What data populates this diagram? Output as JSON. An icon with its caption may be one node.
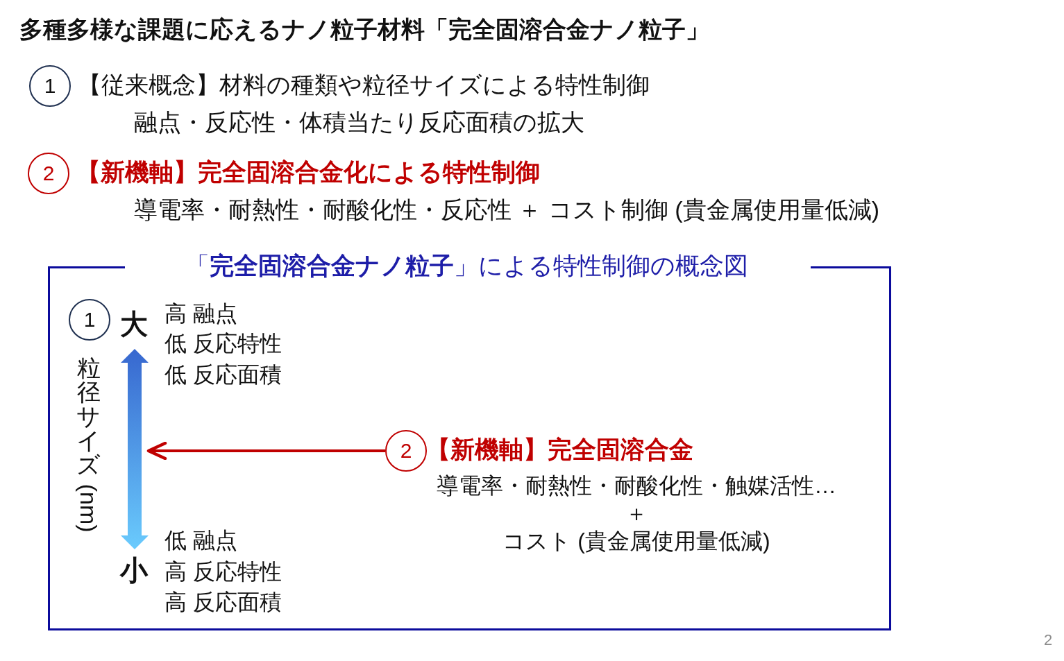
{
  "diagram": {
    "title": "多種多様な課題に応えるナノ粒子材料「完全固溶合金ナノ粒子」",
    "nodes": [
      {
        "text": [
          "1"
        ],
        "beside": [
          "【従来概念】材料の種類や粒径サイズによる特性制御"
        ]
      },
      {
        "text": [
          "2"
        ],
        "beside": [
          "【新機軸】完全固溶合金化による特性制御"
        ]
      },
      {
        "text": [
          "「**完全固溶合金ナノ粒子**」による特性制御の概念図"
        ]
      },
      {
        "text": [
          "1"
        ],
        "in": 2
      },
      {
        "text": [],
        "shape": "arrow",
        "in": 2,
        "beside": [
          "大",
          "粒径サイズ (nm)",
          "小"
        ]
      },
      {
        "text": [
          "2"
        ],
        "in": 2,
        "beside": [
          "【新機軸】完全固溶合金"
        ]
      }
    ],
    "edges": [
      {
        "from": 5,
        "to": 4,
        "arrow": "to",
        "color": "#c00000"
      }
    ],
    "labels": [
      "融点・反応性・体積当たり反応面積の拡大",
      "導電率・耐熱性・耐酸化性・反応性 ＋ コスト制御 (貴金属使用量低減)",
      "高 融点",
      "低 反応特性",
      "低 反応面積",
      "導電率・耐熱性・耐酸化性・触媒活性…",
      "＋",
      "コスト (貴金属使用量低減)",
      "低 融点",
      "高 反応特性",
      "高 反応面積",
      "2"
    ]
  }
}
